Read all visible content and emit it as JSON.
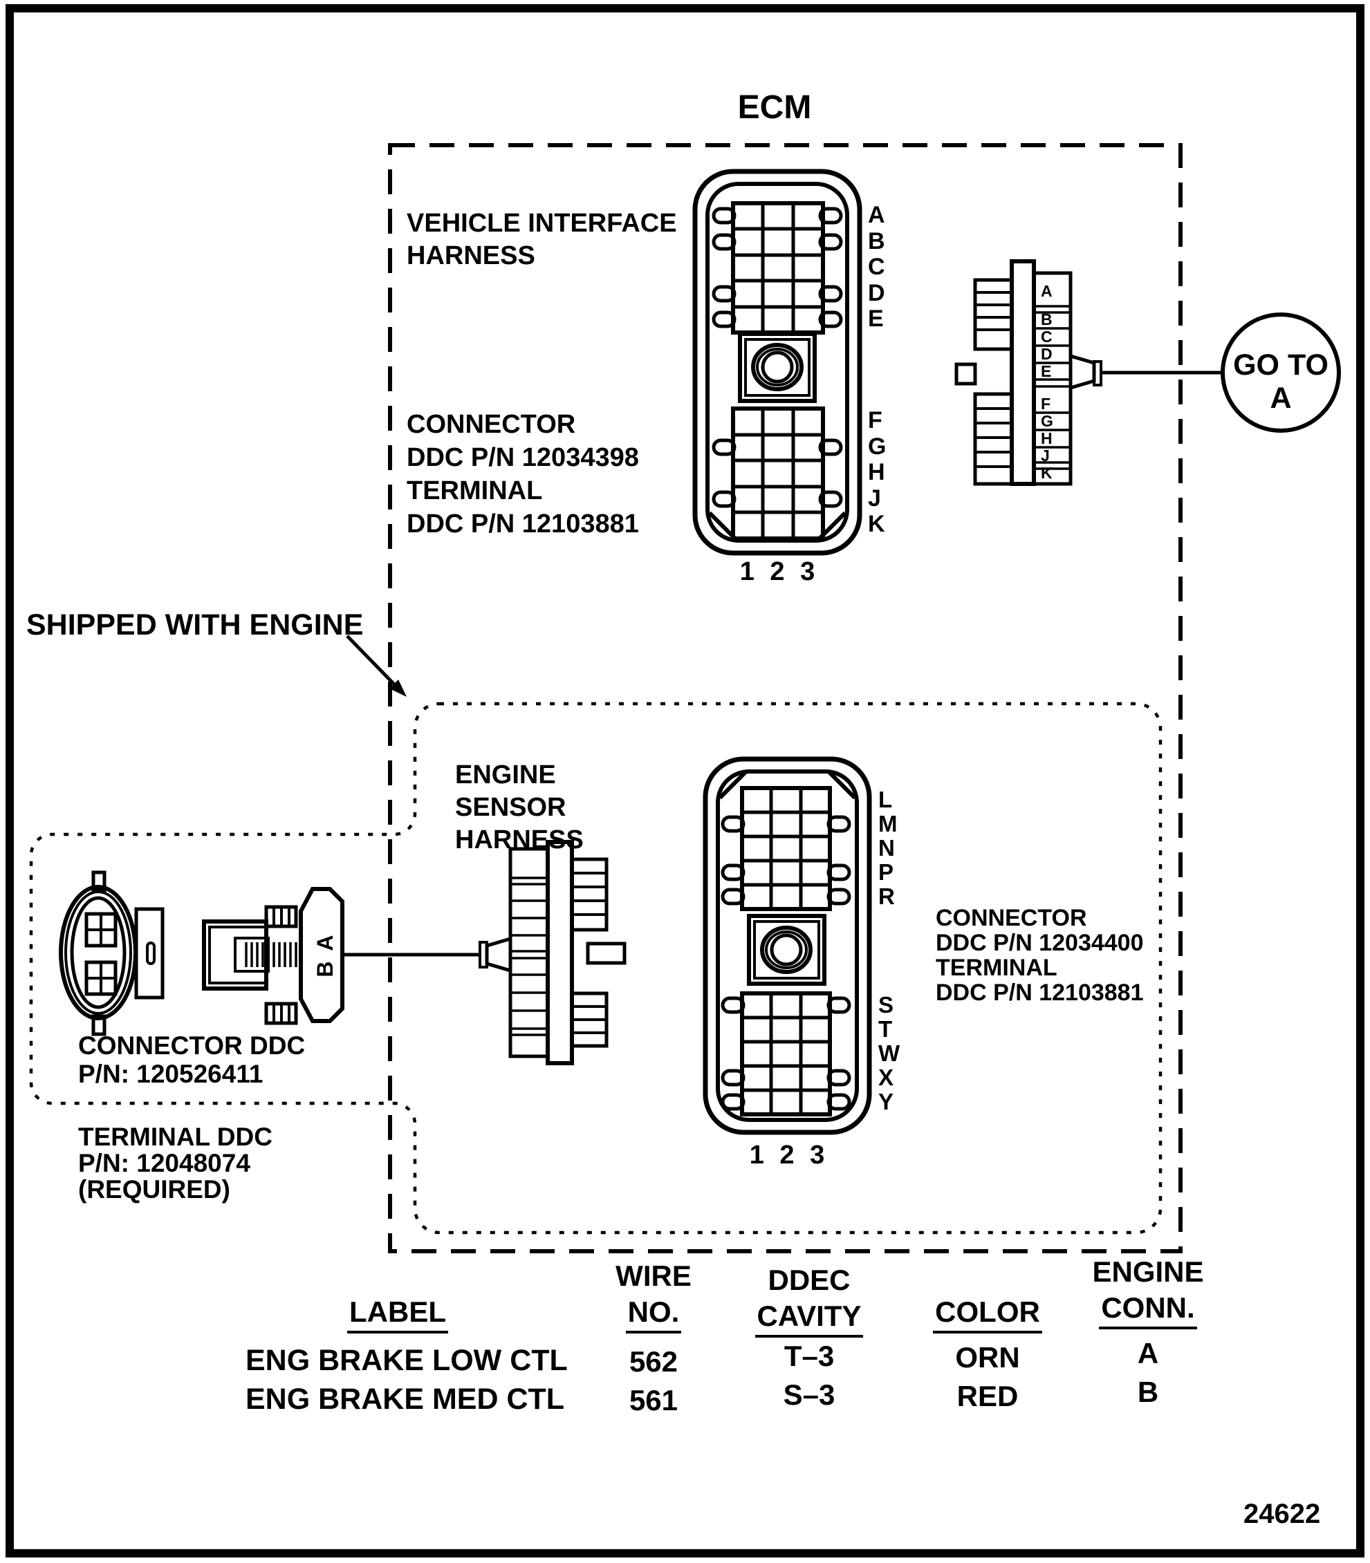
{
  "title": "ECM",
  "drawing_number": "24622",
  "colors": {
    "ink": "#000000",
    "paper": "#ffffff"
  },
  "labels": {
    "vehicle_interface_harness": [
      "VEHICLE INTERFACE",
      "HARNESS"
    ],
    "connector_top": [
      "CONNECTOR",
      "DDC P/N 12034398",
      "TERMINAL",
      "DDC P/N 12103881"
    ],
    "shipped_with_engine": "SHIPPED WITH ENGINE",
    "engine_sensor_harness": [
      "ENGINE",
      "SENSOR",
      "HARNESS"
    ],
    "connector_bottom": [
      "CONNECTOR",
      "DDC P/N 12034400",
      "TERMINAL",
      "DDC P/N 12103881"
    ],
    "connector_ddc": [
      "CONNECTOR DDC",
      "P/N: 120526411"
    ],
    "terminal_ddc": [
      "TERMINAL DDC",
      "P/N: 12048074",
      "(REQUIRED)"
    ],
    "goto": [
      "GO TO",
      "A"
    ]
  },
  "connector1": {
    "pins_upper": [
      "A",
      "B",
      "C",
      "D",
      "E"
    ],
    "pins_lower": [
      "F",
      "G",
      "H",
      "J",
      "K"
    ],
    "columns": "1 2 3"
  },
  "connector2": {
    "pins_upper": [
      "L",
      "M",
      "N",
      "P",
      "R"
    ],
    "pins_lower": [
      "S",
      "T",
      "W",
      "X",
      "Y"
    ],
    "columns": "1 2 3"
  },
  "interface_plug": {
    "pin_a": [
      "A"
    ],
    "pins_be": [
      "B",
      "C",
      "D",
      "E"
    ],
    "pins_fk": [
      "F",
      "G",
      "H",
      "J",
      "K"
    ]
  },
  "engine_plug": {
    "pin_top": "A",
    "pin_bottom": "B"
  },
  "table": {
    "headers": {
      "label": "LABEL",
      "wire1": "WIRE",
      "wire2": "NO.",
      "cavity1": "DDEC",
      "cavity2": "CAVITY",
      "color": "COLOR",
      "conn1": "ENGINE",
      "conn2": "CONN."
    },
    "rows": [
      {
        "label": "ENG BRAKE LOW CTL",
        "wire": "562",
        "cavity": "T–3",
        "color": "ORN",
        "conn": "A"
      },
      {
        "label": "ENG BRAKE MED CTL",
        "wire": "561",
        "cavity": "S–3",
        "color": "RED",
        "conn": "B"
      }
    ]
  }
}
